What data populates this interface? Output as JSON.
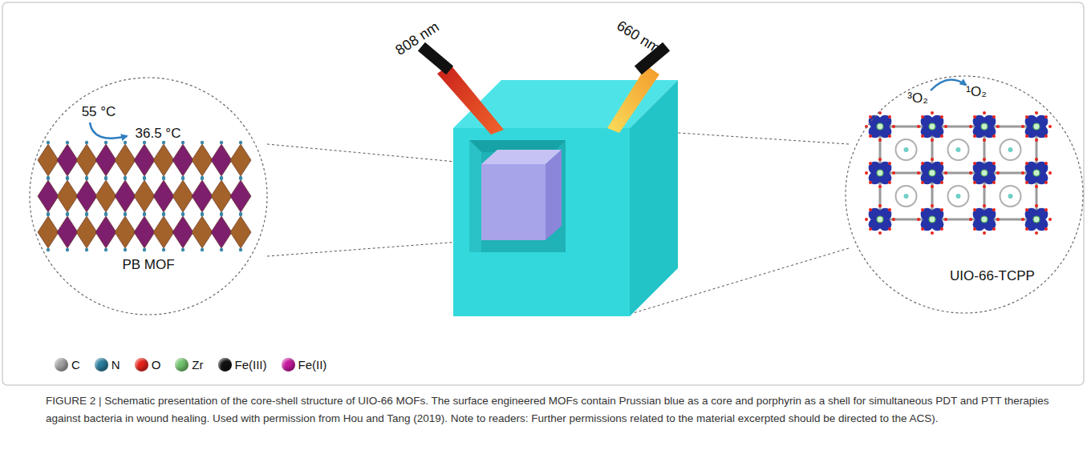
{
  "diagram": {
    "caption": "FIGURE 2 | Schematic presentation of the core-shell structure of UIO-66 MOFs. The surface engineered MOFs contain Prussian blue as a core and porphyrin as a shell for simultaneous PDT and PTT therapies against bacteria in wound healing. Used with permission from Hou and Tang (2019). Note to readers: Further permissions related to the material excerpted should be directed to the ACS).",
    "nodes": [
      {
        "text": [
          "55 °C",
          "36.5 °C",
          "PB MOF"
        ]
      },
      {
        "text": [
          "³O₂",
          "¹O₂",
          "UIO-66-TCPP"
        ]
      }
    ],
    "labels": [
      "808 nm",
      "660 nm"
    ],
    "legend": [
      {
        "text": "C",
        "color": "#a3a3a3"
      },
      {
        "text": "N",
        "color": "#2a7f9e"
      },
      {
        "text": "O",
        "color": "#e8241c"
      },
      {
        "text": "Zr",
        "color": "#72c46e"
      },
      {
        "text": "Fe(III)",
        "color": "#111111"
      },
      {
        "text": "Fe(II)",
        "color": "#c81aa0"
      }
    ]
  }
}
